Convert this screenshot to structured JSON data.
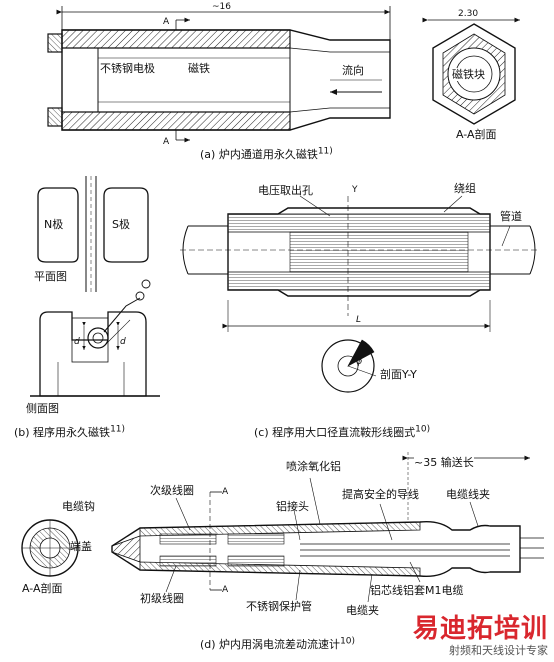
{
  "panel_a": {
    "dim_length": "~16",
    "dim_width": "2.30",
    "section_mark": "A",
    "label_electrode": "不锈钢电极",
    "label_magnet": "磁铁",
    "label_flow": "流向",
    "label_magnet_cross": "磁铁块",
    "label_section": "A-A剖面",
    "caption": "(a) 炉内通道用永久磁铁",
    "caption_ref": "11)"
  },
  "panel_b": {
    "label_n": "N极",
    "label_s": "S极",
    "label_plan": "平面图",
    "label_side": "侧面图",
    "label_d": "d",
    "caption": "(b) 程序用永久磁铁",
    "caption_ref": "11)"
  },
  "panel_c": {
    "label_tap": "电压取出孔",
    "label_y": "Y",
    "label_winding": "绕组",
    "label_pipe": "管道",
    "label_l": "L",
    "label_section": "剖面Y-Y",
    "label_phi": "φ",
    "caption": "(c) 程序用大口径直流鞍形线圈式",
    "caption_ref": "10)"
  },
  "panel_d": {
    "label_secondary": "次级线圈",
    "label_spray": "喷涂氧化铝",
    "label_dim": "~35 输送长",
    "label_hook": "电缆钩",
    "label_weld": "铝接头",
    "label_wire": "提高安全的导线",
    "label_clamp": "电缆线夹",
    "label_end": "端盖",
    "label_section": "A-A剖面",
    "label_primary": "初级线圈",
    "label_guard": "不锈钢保护管",
    "label_cable": "铝芯线铝套M1电缆",
    "label_cable_clamp": "电缆夹",
    "label_a": "A",
    "caption": "(d) 炉内用涡电流差动流速计",
    "caption_ref": "10)"
  },
  "watermark": {
    "main": "易迪拓培训",
    "sub": "射频和天线设计专家"
  }
}
